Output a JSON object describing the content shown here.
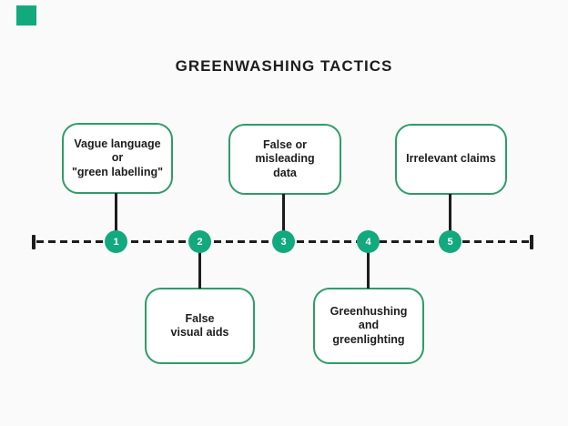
{
  "title": "GREENWASHING TACTICS",
  "colors": {
    "background": "#fafafa",
    "accent": "#12a97e",
    "box_border": "#2e9c68",
    "box_fill": "#ffffff",
    "ink": "#1d1d1d"
  },
  "brand": {
    "logo": "teal-square"
  },
  "timeline": {
    "orientation": "horizontal-dashed",
    "items": [
      {
        "number": "1",
        "label": "Vague language\nor\n\"green labelling\"",
        "position": "above"
      },
      {
        "number": "2",
        "label": "False\nvisual aids",
        "position": "below"
      },
      {
        "number": "3",
        "label": "False or\nmisleading\ndata",
        "position": "above"
      },
      {
        "number": "4",
        "label": "Greenhushing\nand\ngreenlighting",
        "position": "below"
      },
      {
        "number": "5",
        "label": "Irrelevant claims",
        "position": "above"
      }
    ]
  }
}
